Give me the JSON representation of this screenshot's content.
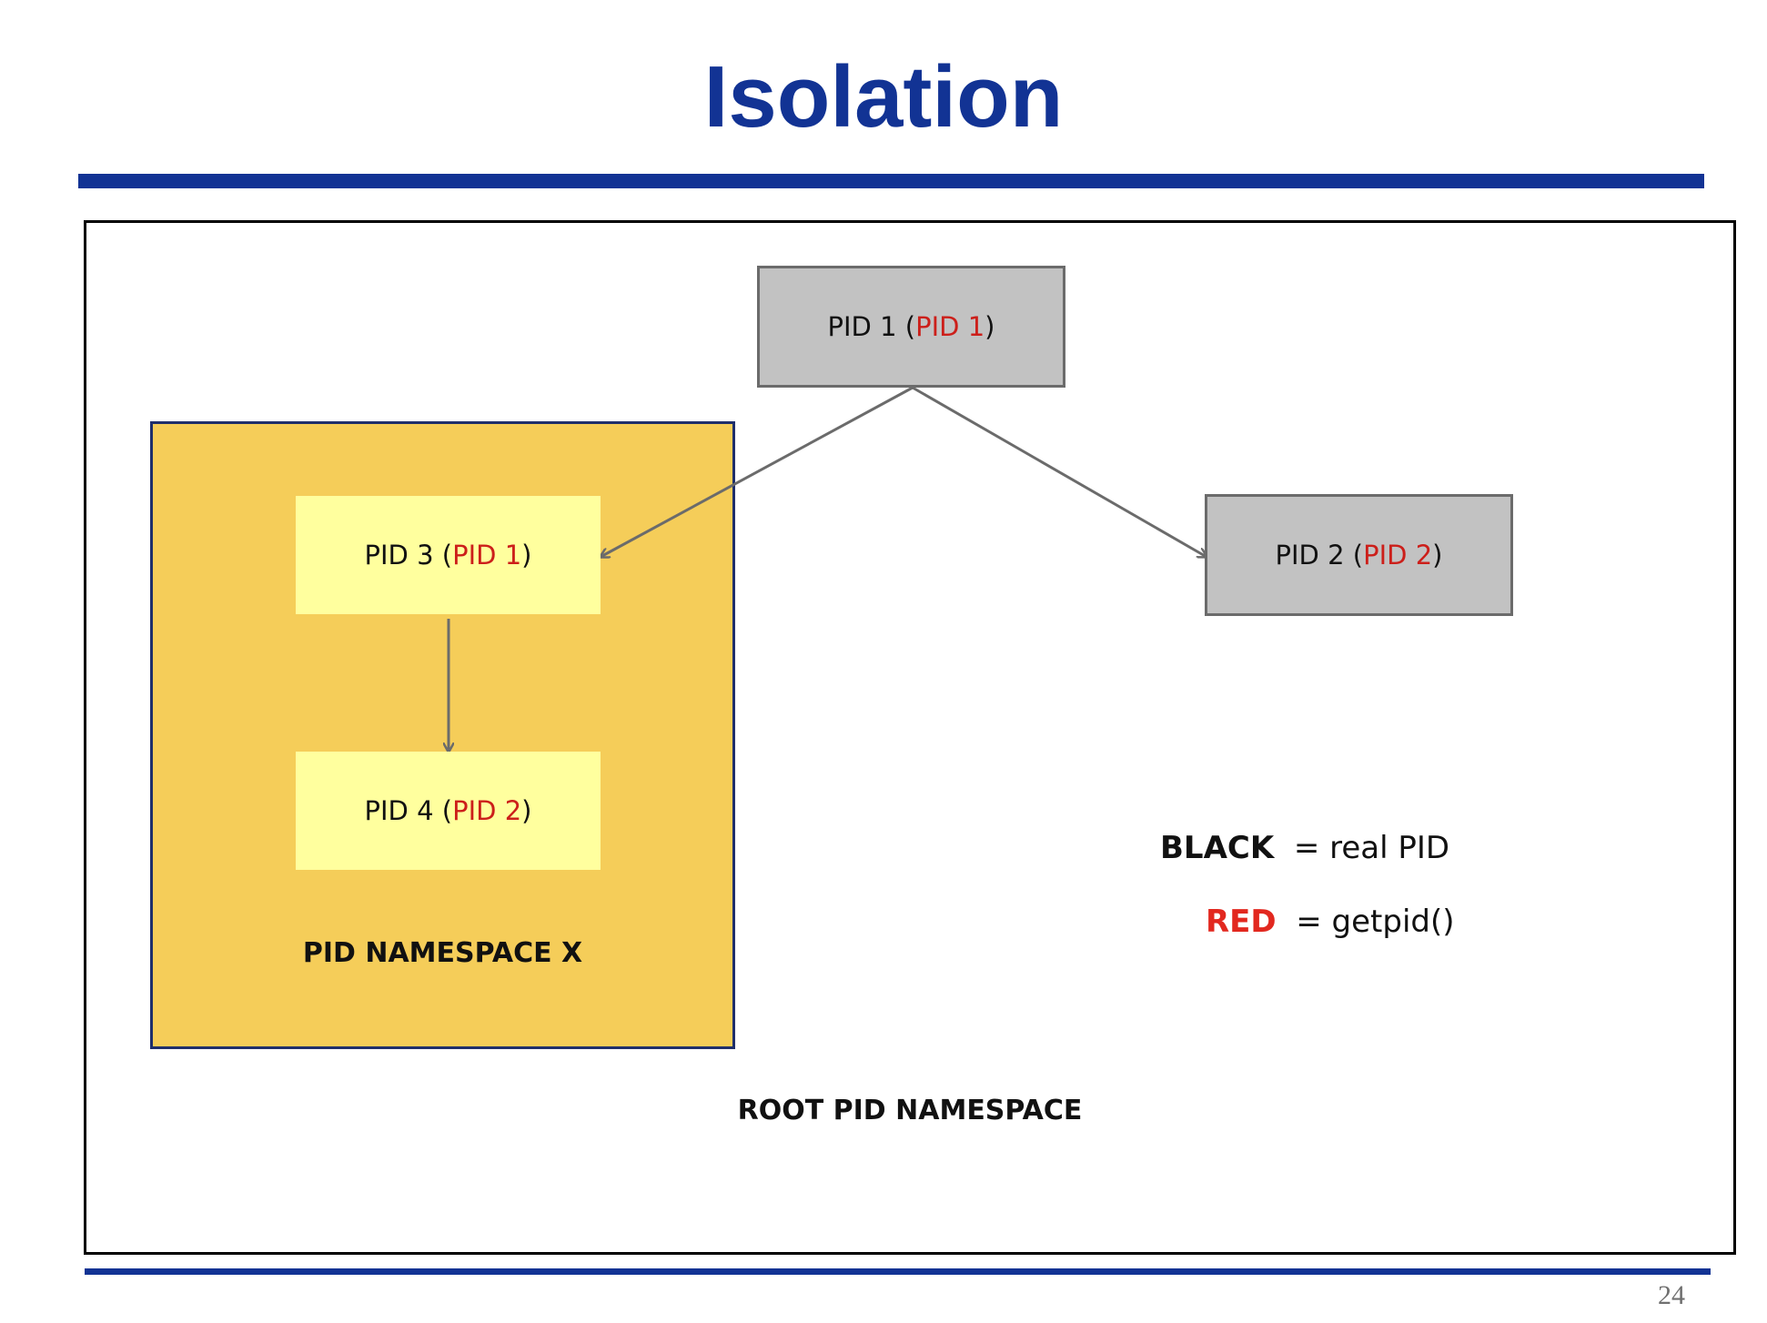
{
  "slide": {
    "title": "Isolation",
    "page_number": "24"
  },
  "diagram": {
    "nodes": [
      {
        "id": "pid1",
        "real": "PID 1",
        "getpid": "PID 1",
        "group": "root"
      },
      {
        "id": "pid2",
        "real": "PID 2",
        "getpid": "PID 2",
        "group": "root"
      },
      {
        "id": "pid3",
        "real": "PID 3",
        "getpid": "PID 1",
        "group": "namespace-x"
      },
      {
        "id": "pid4",
        "real": "PID 4",
        "getpid": "PID 2",
        "group": "namespace-x"
      }
    ],
    "edges": [
      {
        "from": "pid1",
        "to": "pid3"
      },
      {
        "from": "pid1",
        "to": "pid2"
      },
      {
        "from": "pid3",
        "to": "pid4"
      }
    ],
    "namespace_x_label": "PID NAMESPACE X",
    "root_namespace_label": "ROOT PID NAMESPACE",
    "open_paren": "(",
    "close_paren": ")"
  },
  "legend": {
    "black_key": "BLACK",
    "black_value": "= real PID",
    "red_key": "RED",
    "red_value": "= getpid()"
  },
  "colors": {
    "title_blue": "#123394",
    "namespace_fill": "#f5cd59",
    "inner_node_fill": "#ffff9e",
    "root_node_fill": "#c2c2c2",
    "getpid_red": "#cc1f1a"
  }
}
